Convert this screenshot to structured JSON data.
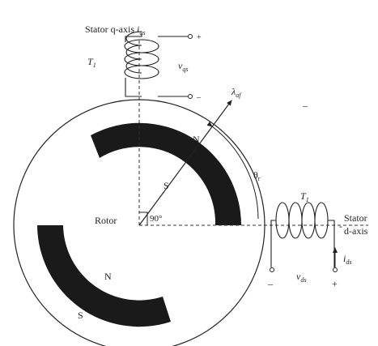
{
  "labels": {
    "stator_q_axis": "Stator q-axis",
    "i_qs_sym": "i",
    "i_qs_sub": "qs",
    "t1_top_sym": "T",
    "t1_top_sub": "1",
    "v_qs_sym": "v",
    "v_qs_sub": "qs",
    "plus_top": "+",
    "minus_top": "–",
    "lambda_sym": "λ",
    "lambda_sub": "af",
    "stray_dash": "–",
    "n_top": "N",
    "s_inner": "S",
    "theta_sym": "θ",
    "theta_sub": "r",
    "t1_right_sym": "T",
    "t1_right_sub": "1",
    "angle_90": "90°",
    "rotor": "Rotor",
    "stator_d_axis_line1": "Stator",
    "stator_d_axis_line2": "d-axis",
    "dash_right": "-",
    "i_ds_sym": "i",
    "i_ds_sub": "ds",
    "minus_right": "–",
    "v_ds_sym": "v",
    "v_ds_sub": "ds",
    "plus_right": "+",
    "n_bottom": "N",
    "s_bottom": "S"
  }
}
